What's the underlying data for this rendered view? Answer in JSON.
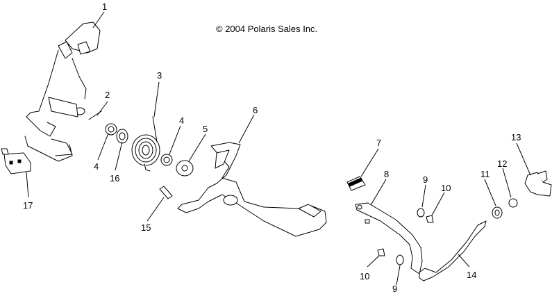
{
  "copyright": "© 2004 Polaris Sales Inc.",
  "callouts": [
    "1",
    "2",
    "3",
    "4",
    "5",
    "6",
    "4",
    "16",
    "7",
    "8",
    "9",
    "10",
    "11",
    "12",
    "13",
    "15",
    "17",
    "10",
    "9",
    "14"
  ]
}
